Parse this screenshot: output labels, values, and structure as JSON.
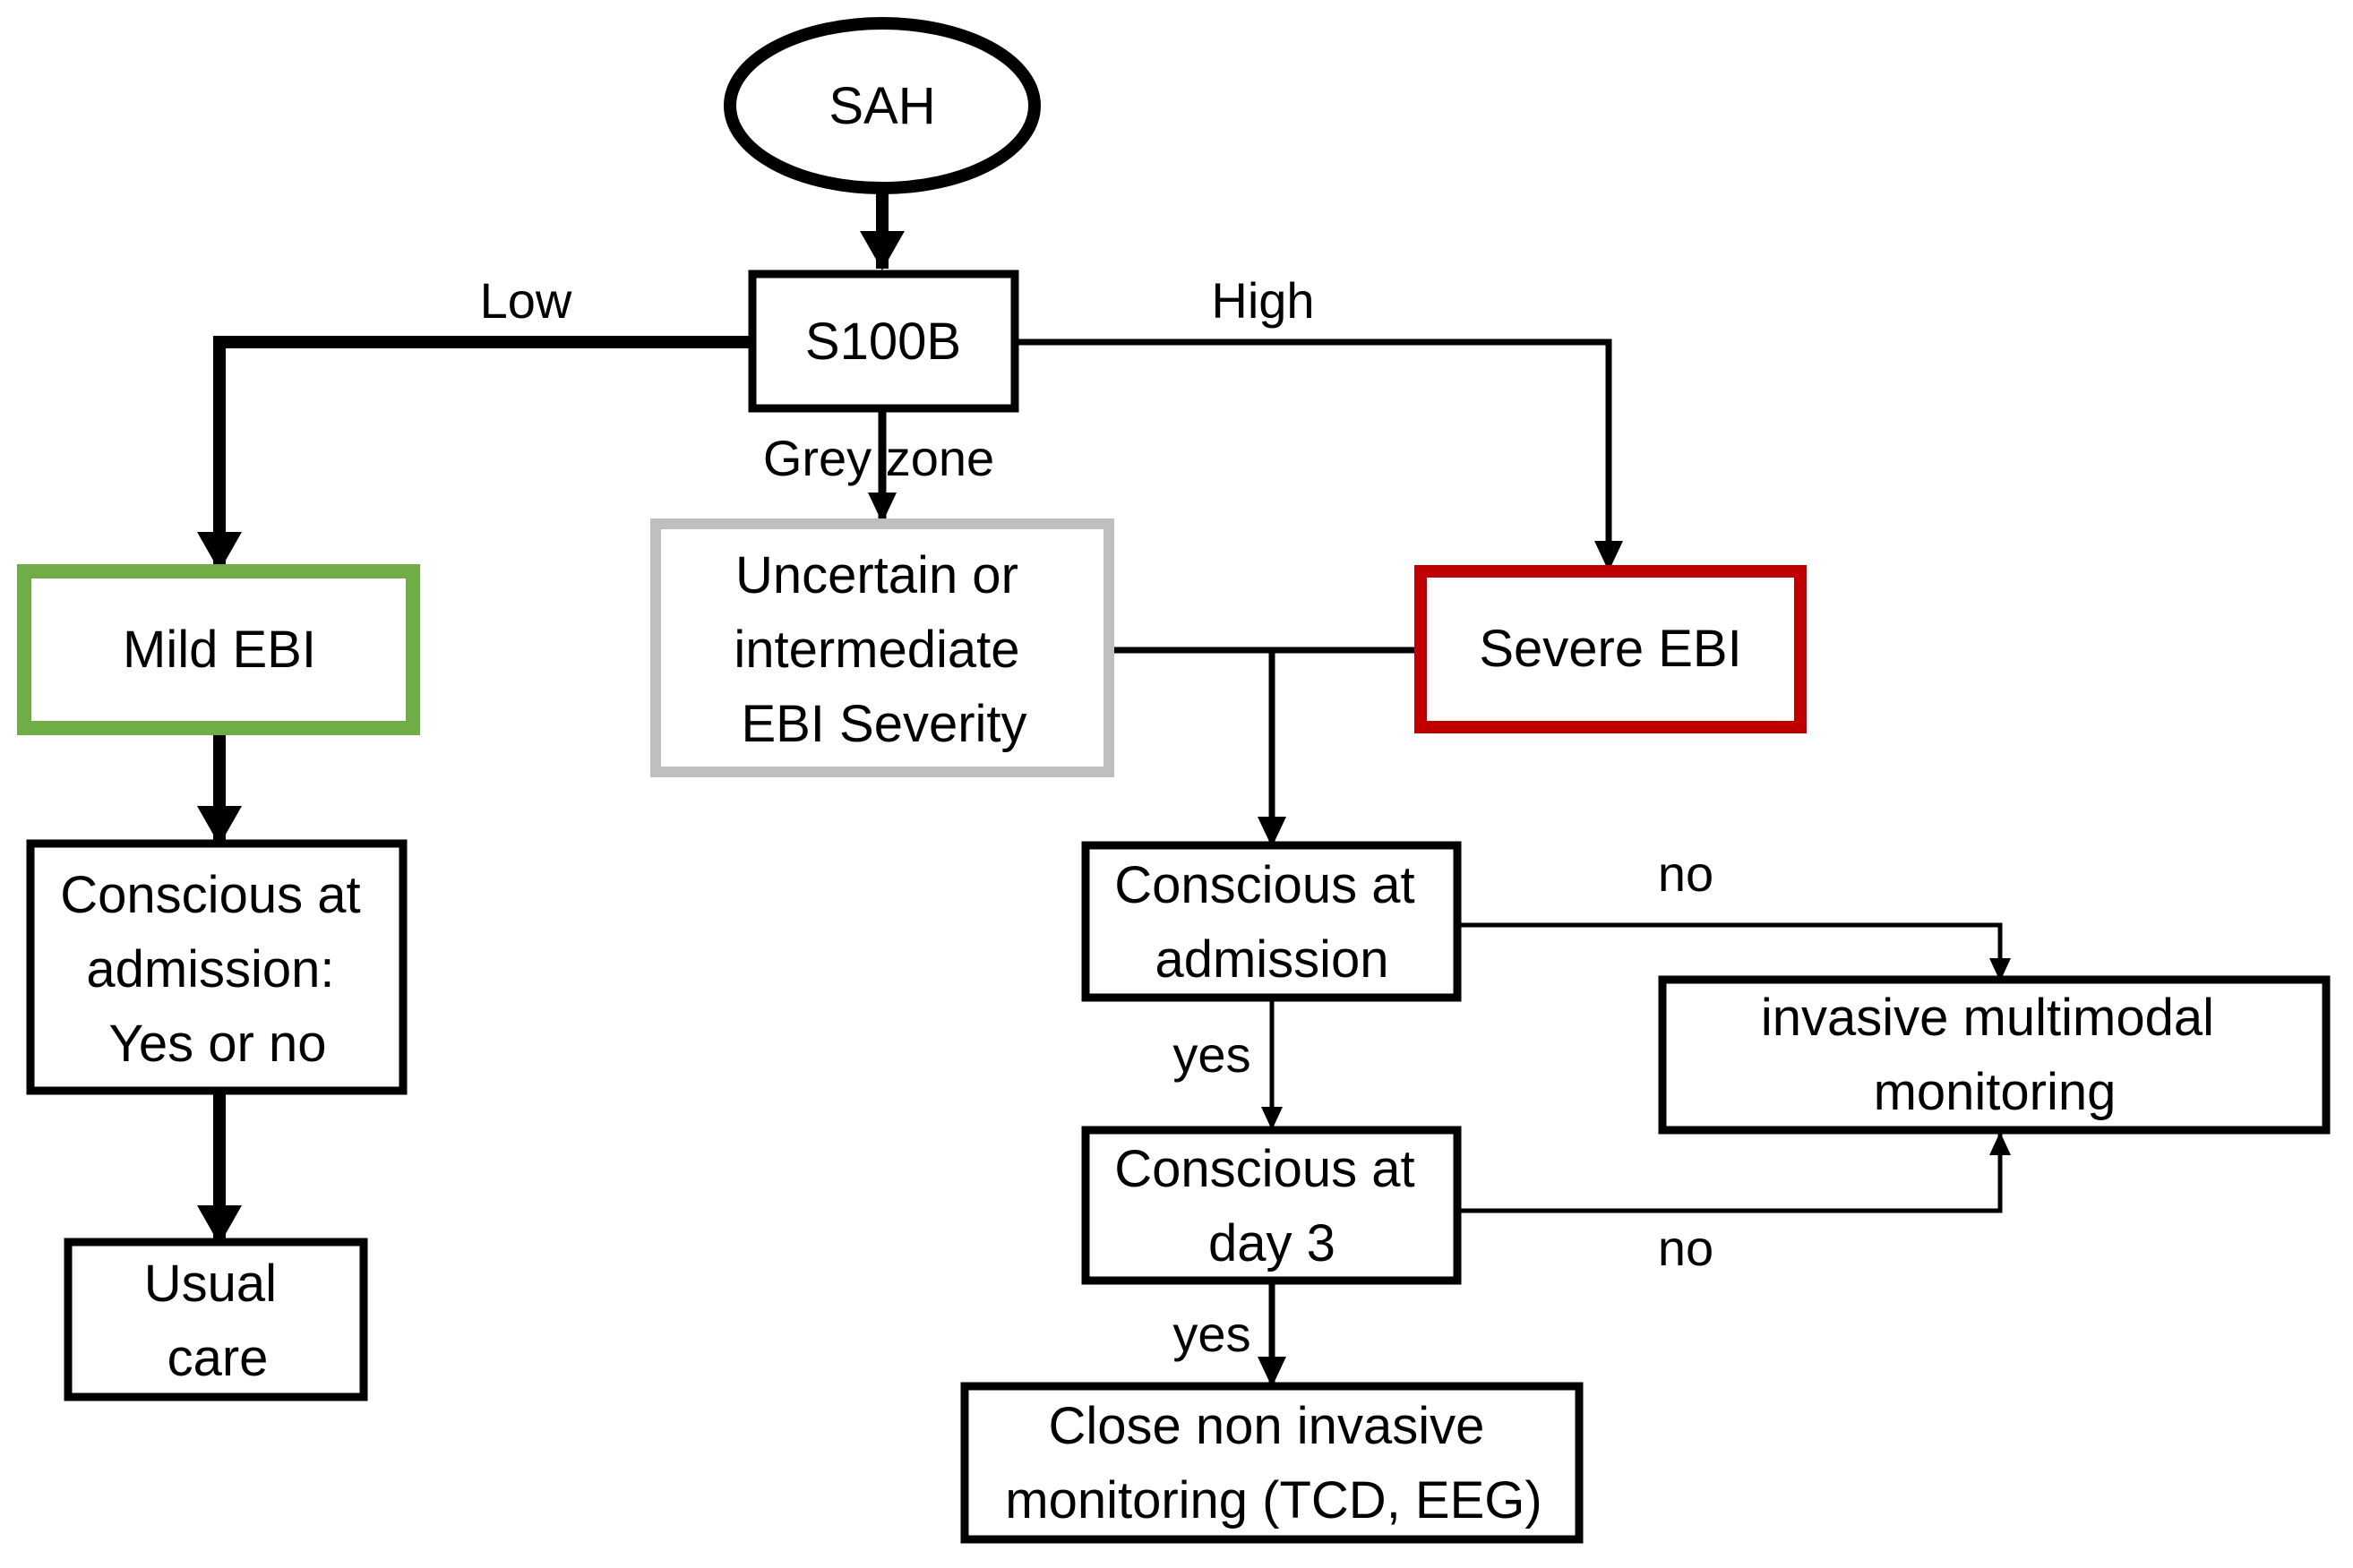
{
  "nodes": {
    "sah": {
      "lines": [
        "SAH"
      ]
    },
    "s100b": {
      "lines": [
        "S100B"
      ]
    },
    "mild": {
      "lines": [
        "Mild EBI"
      ],
      "border_color": "#70ad47"
    },
    "uncertain": {
      "lines": [
        "Uncertain or",
        "intermediate",
        "EBI Severity"
      ],
      "border_color": "#bfbfbf"
    },
    "severe": {
      "lines": [
        "Severe EBI"
      ],
      "border_color": "#c00000"
    },
    "conscious_mild": {
      "lines": [
        "Conscious at",
        "admission:",
        "Yes or no"
      ]
    },
    "usual_care": {
      "lines": [
        "Usual",
        "care"
      ]
    },
    "conscious_adm": {
      "lines": [
        "Conscious at",
        "admission"
      ]
    },
    "conscious_d3": {
      "lines": [
        "Conscious at",
        "day 3"
      ]
    },
    "invasive": {
      "lines": [
        "invasive multimodal",
        "monitoring"
      ]
    },
    "noninvasive": {
      "lines": [
        "Close non invasive",
        "monitoring (TCD, EEG)"
      ]
    }
  },
  "edge_labels": {
    "low": "Low",
    "high": "High",
    "grey_zone": "Grey zone",
    "no_admission": "no",
    "yes_admission": "yes",
    "no_day3": "no",
    "yes_day3": "yes"
  }
}
